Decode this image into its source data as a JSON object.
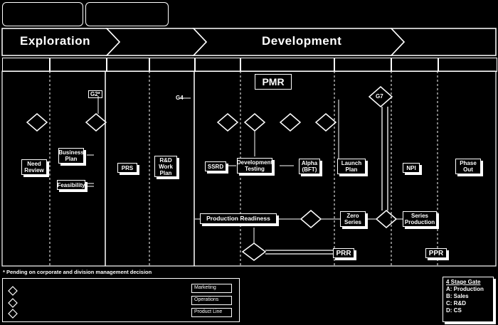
{
  "phases": [
    {
      "label": "Exploration"
    },
    {
      "label": "Development"
    }
  ],
  "pmr_label": "PMR",
  "gates": {
    "g2": "G2*",
    "g4": "G4",
    "g7": "G7"
  },
  "process_boxes": [
    {
      "id": "need-review",
      "label": "Need Review"
    },
    {
      "id": "business-plan",
      "label": "Business Plan"
    },
    {
      "id": "feasibility",
      "label": "Feasibility"
    },
    {
      "id": "prs",
      "label": "PRS"
    },
    {
      "id": "rnd-work-plan",
      "label": "R&D Work Plan"
    },
    {
      "id": "ssrd",
      "label": "SSRD"
    },
    {
      "id": "development-testing",
      "label": "Development Testing"
    },
    {
      "id": "alpha-bft",
      "label": "Alpha (BFT)"
    },
    {
      "id": "launch-plan",
      "label": "Launch Plan"
    },
    {
      "id": "npi",
      "label": "NPI"
    },
    {
      "id": "phase-out",
      "label": "Phase Out"
    },
    {
      "id": "production-readiness",
      "label": "Production Readiness"
    },
    {
      "id": "zero-series",
      "label": "Zero Series"
    },
    {
      "id": "series-production",
      "label": "Series Production"
    }
  ],
  "review_boxes": {
    "prr": "PRR",
    "ppr": "PPR"
  },
  "footnote": "* Pending on corporate and division management decision",
  "legend_right": {
    "title": "4 Stage Gate",
    "items": [
      "A: Production",
      "B: Sales",
      "C: R&D",
      "D: CS"
    ]
  },
  "legend_tags": [
    "Marketing",
    "Operations",
    "Product Line"
  ]
}
